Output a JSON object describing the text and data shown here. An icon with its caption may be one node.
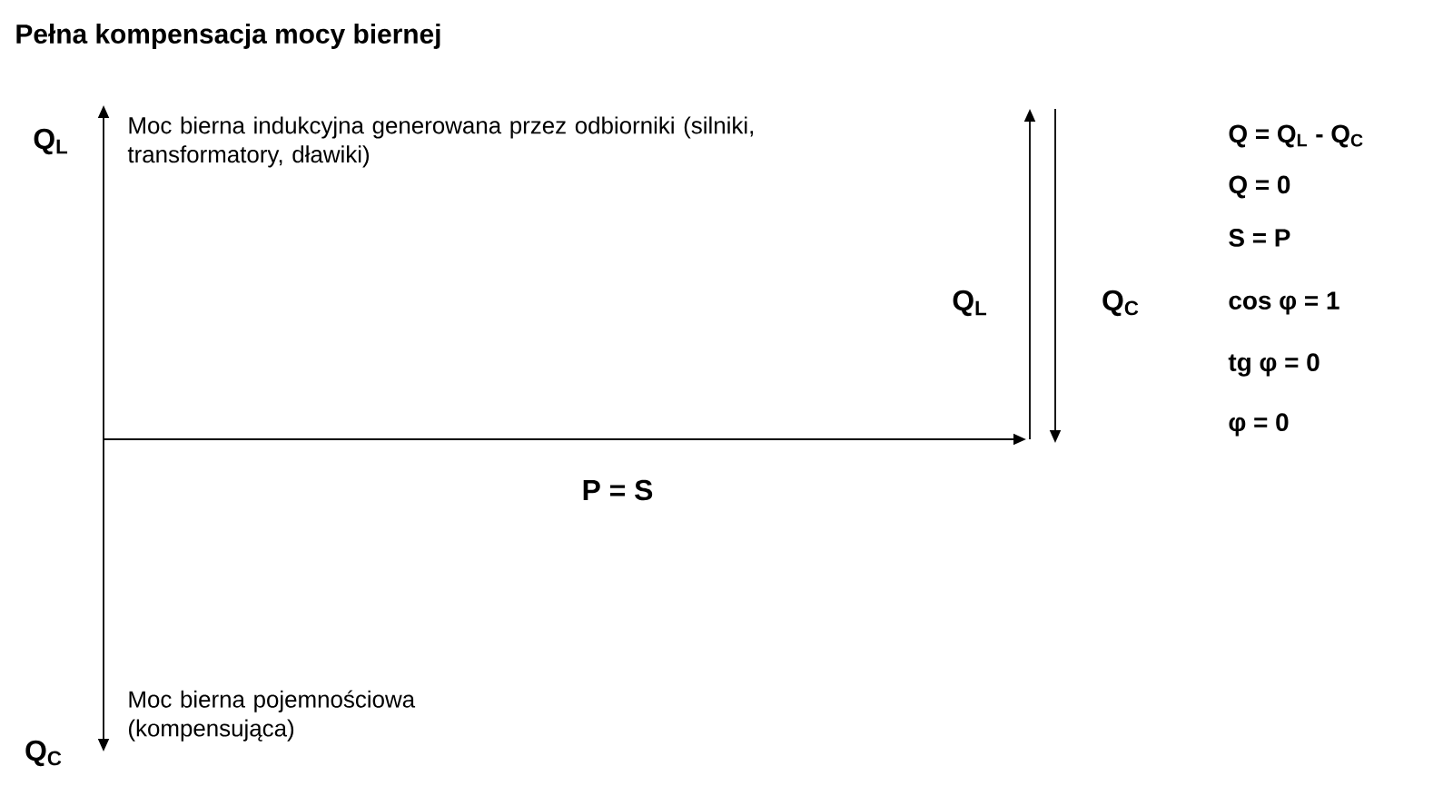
{
  "diagram": {
    "title": "Pełna kompensacja mocy biernej",
    "labels": [
      "Q$_{L}$",
      "Moc bierna indukcyjna generowana przez odbiorniki (silniki, transformatory, dławiki)",
      "Q = Q$_{L}$ - Q$_{C}$",
      "Q = 0",
      "Q$_{L}$",
      "Q$_{C}$",
      "S = P",
      "cos φ = 1",
      "tg φ = 0",
      "φ = 0",
      "P = S",
      "Moc bierna pojemnościowa (kompensująca)",
      "Q$_{C}$"
    ]
  }
}
